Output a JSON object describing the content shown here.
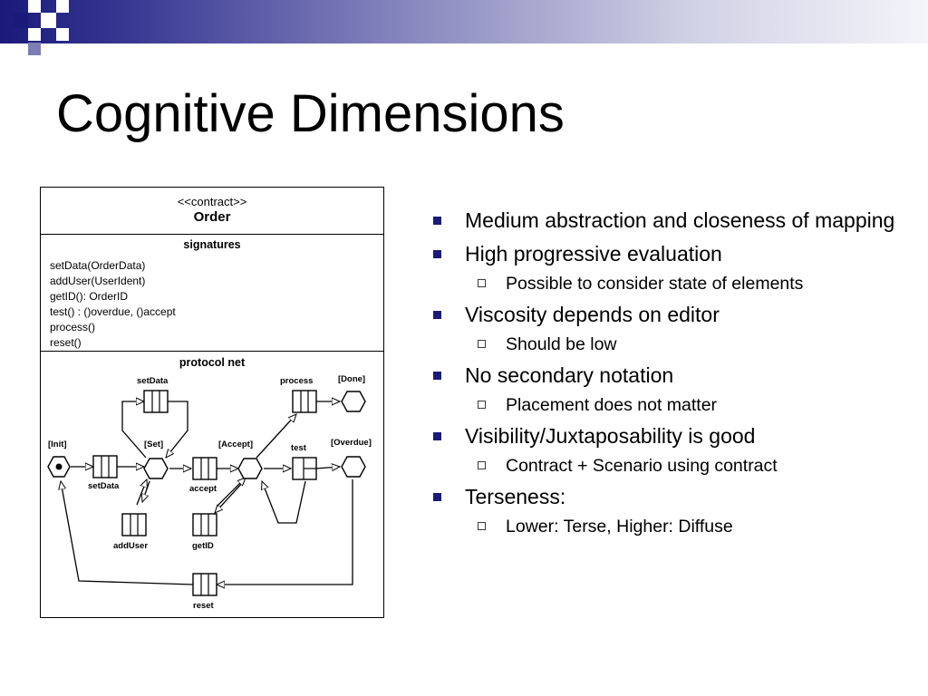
{
  "slide": {
    "title": "Cognitive Dimensions"
  },
  "diagram": {
    "stereotype": "<<contract>>",
    "class_name": "Order",
    "signatures_title": "signatures",
    "signatures": [
      "setData(OrderData)",
      "addUser(UserIdent)",
      "getID(): OrderID",
      "test() : ()overdue, ()accept",
      "process()",
      "reset()"
    ],
    "protocol_title": "protocol net",
    "labels": {
      "init": "[Init]",
      "set": "[Set]",
      "accept_state": "[Accept]",
      "overdue": "[Overdue]",
      "done": "[Done]",
      "setdata_top": "setData",
      "setdata_bottom": "setData",
      "accept_trans": "accept",
      "adduser": "addUser",
      "getid": "getID",
      "process": "process",
      "test": "test",
      "reset": "reset"
    }
  },
  "bullets": [
    {
      "text": "Medium abstraction and closeness of mapping",
      "sub": []
    },
    {
      "text": "High progressive evaluation",
      "sub": [
        "Possible to consider state of elements"
      ]
    },
    {
      "text": "Viscosity depends on editor",
      "sub": [
        "Should be low"
      ]
    },
    {
      "text": "No secondary notation",
      "sub": [
        "Placement does not matter"
      ]
    },
    {
      "text": "Visibility/Juxtaposability is good",
      "sub": [
        "Contract + Scenario using contract"
      ]
    },
    {
      "text": "Terseness:",
      "sub": [
        "Lower: Terse, Higher: Diffuse"
      ]
    }
  ],
  "colors": {
    "accent": "#1a1a7a",
    "band_mid": "#8a8ac0"
  }
}
